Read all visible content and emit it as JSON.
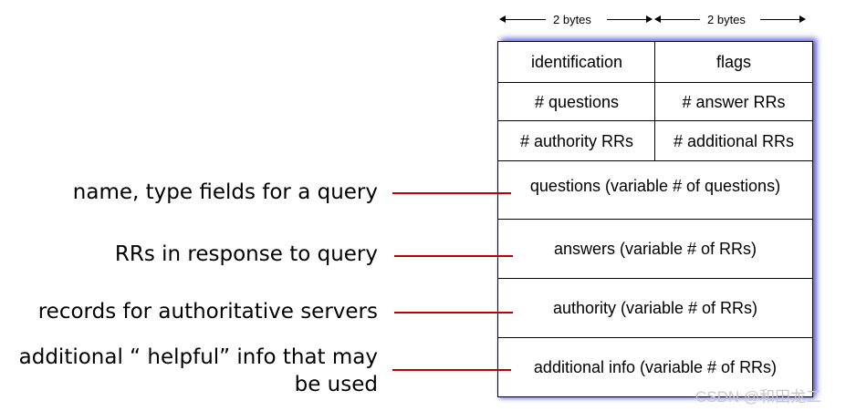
{
  "header": {
    "left_width_label": "2 bytes",
    "right_width_label": "2 bytes"
  },
  "fields": {
    "identification": "identification",
    "flags": "flags",
    "questions_count": "# questions",
    "answer_rrs": "# answer RRs",
    "authority_rrs": "# authority RRs",
    "additional_rrs": "# additional RRs",
    "questions": "questions (variable # of questions)",
    "answers": "answers (variable # of RRs)",
    "authority": "authority (variable # of RRs)",
    "additional_info": "additional info (variable # of RRs)"
  },
  "annotations": {
    "questions_note": "name, type fields for a query",
    "answers_note": "RRs in response to query",
    "authority_note": "records for authoritative servers",
    "additional_note_line1": "additional “ helpful” info that may",
    "additional_note_line2": "be used"
  },
  "colors": {
    "leader_line": "#c00000",
    "box_shadow": "#6a6ad8"
  },
  "watermark": "CSDN @和田龙二"
}
